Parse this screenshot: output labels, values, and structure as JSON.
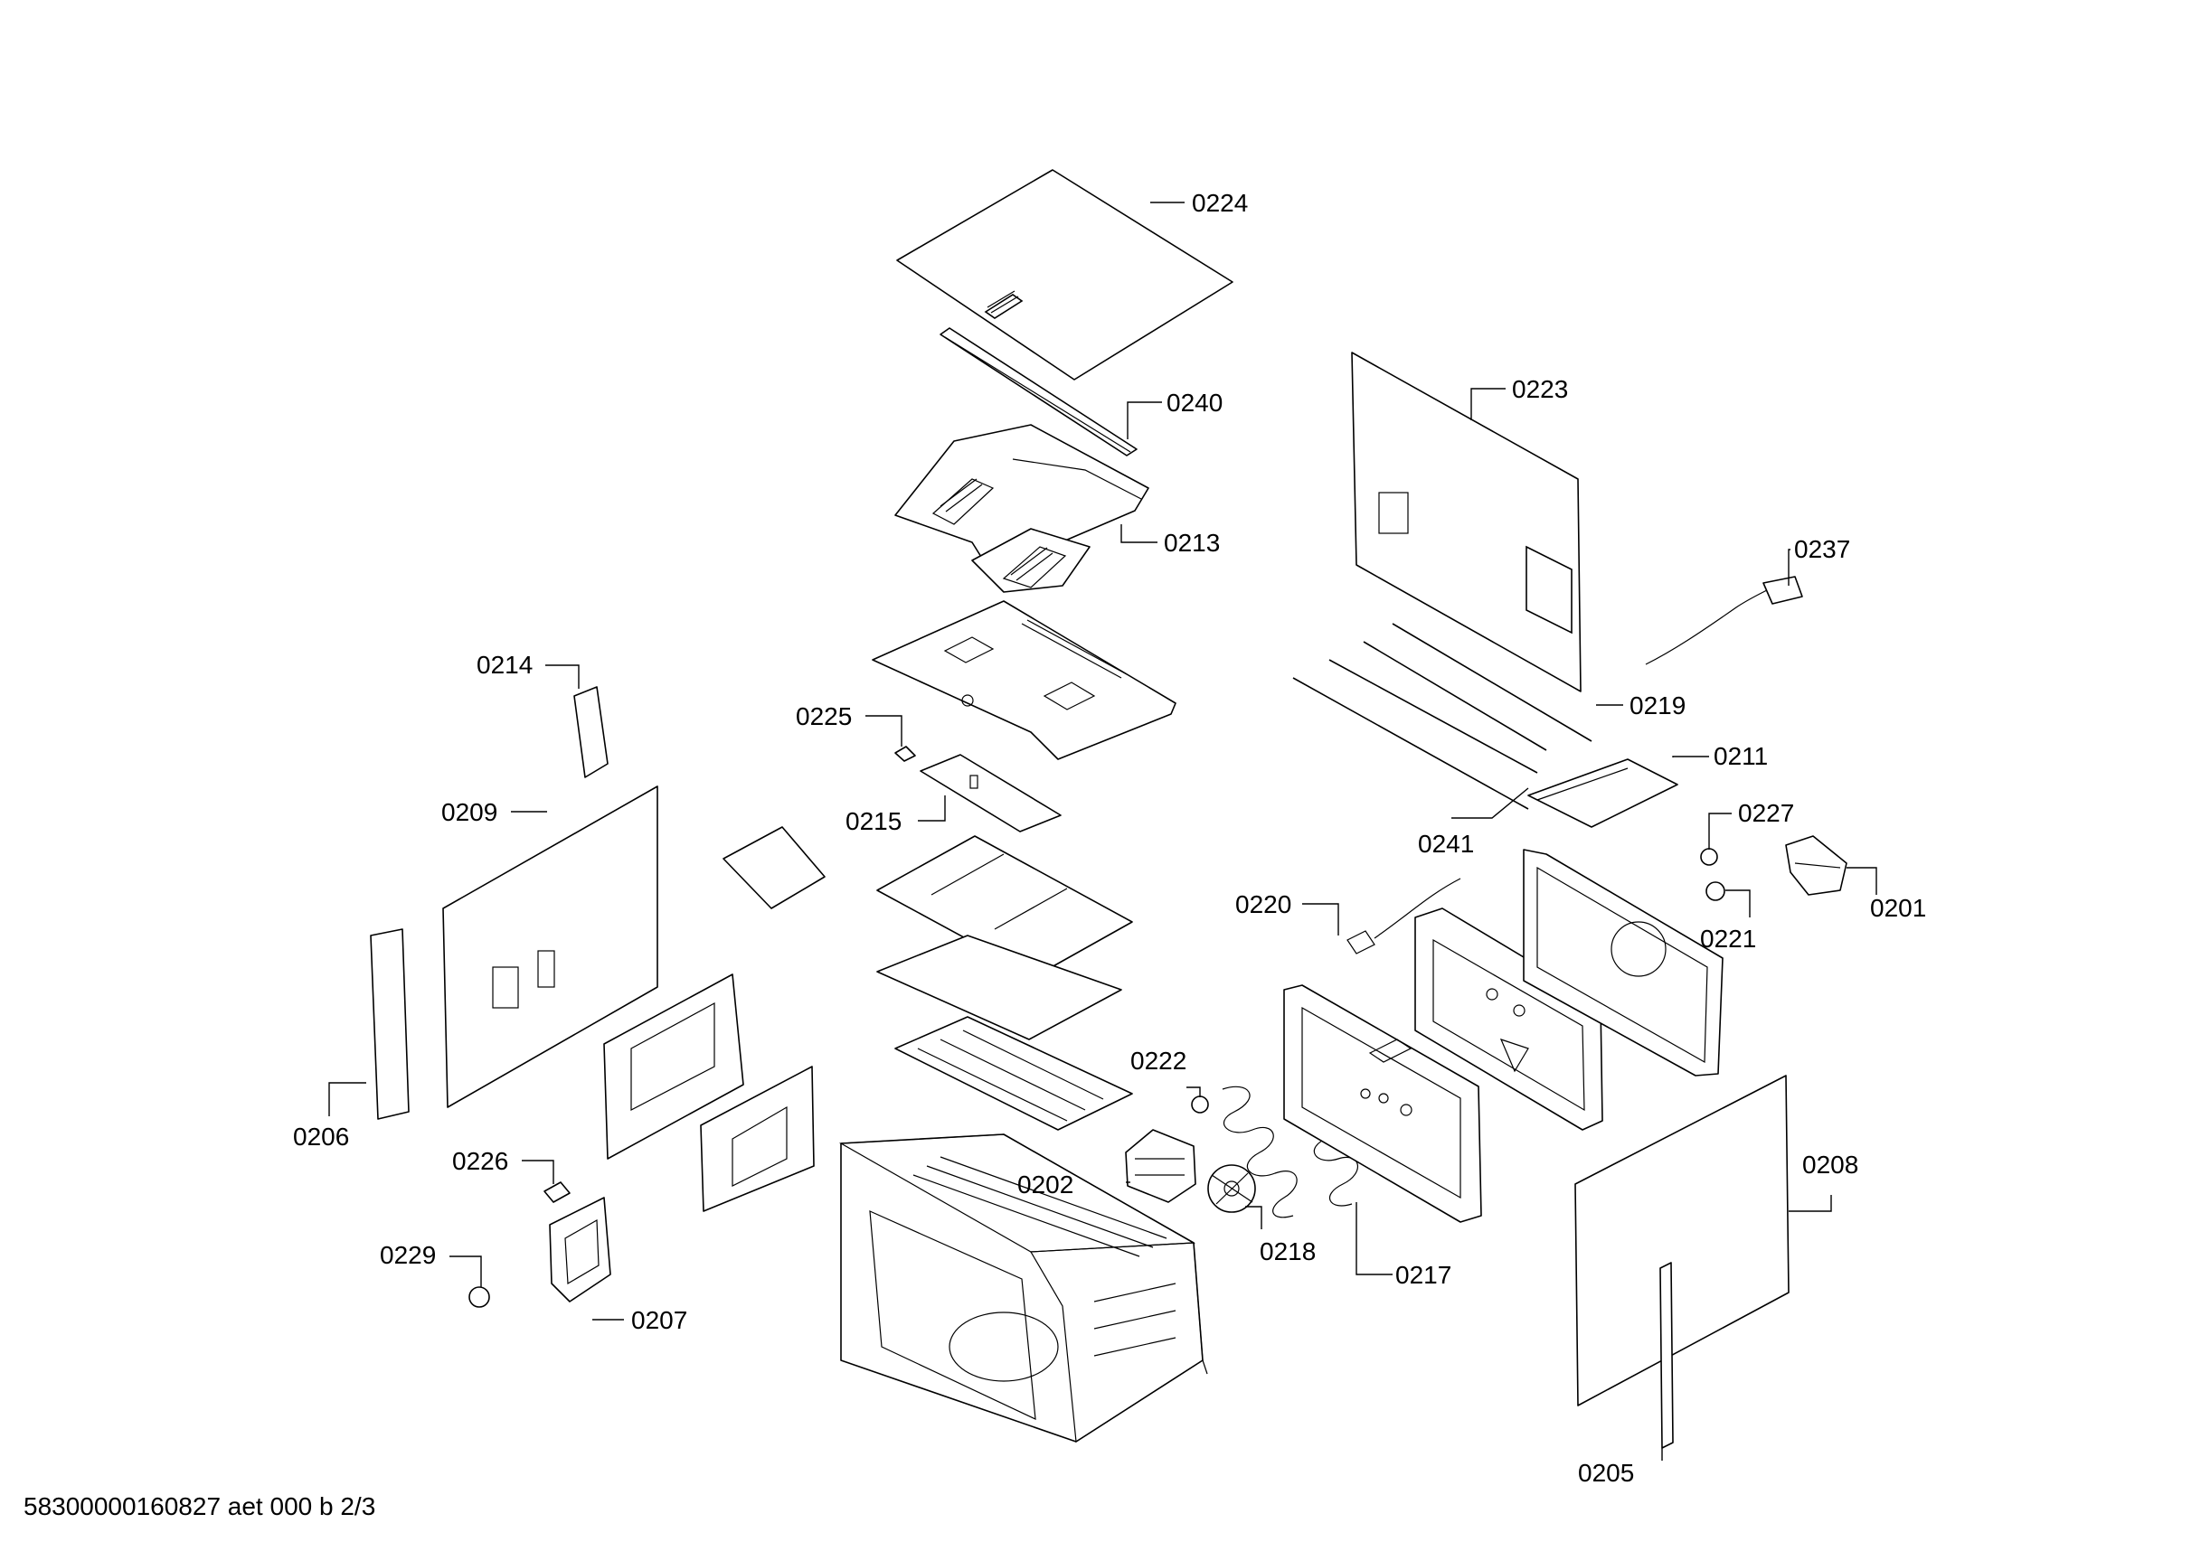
{
  "footer_text": "58300000160827 aet 000 b 2/3",
  "parts": {
    "p0224": "0224",
    "p0240": "0240",
    "p0213": "0213",
    "p0223": "0223",
    "p0237": "0237",
    "p0214": "0214",
    "p0225": "0225",
    "p0219": "0219",
    "p0211": "0211",
    "p0215": "0215",
    "p0209": "0209",
    "p0241": "0241",
    "p0227": "0227",
    "p0201": "0201",
    "p0220": "0220",
    "p0221": "0221",
    "p0222": "0222",
    "p0206": "0206",
    "p0208": "0208",
    "p0226": "0226",
    "p0202": "0202",
    "p0218": "0218",
    "p0229": "0229",
    "p0217": "0217",
    "p0207": "0207",
    "p0205": "0205"
  }
}
